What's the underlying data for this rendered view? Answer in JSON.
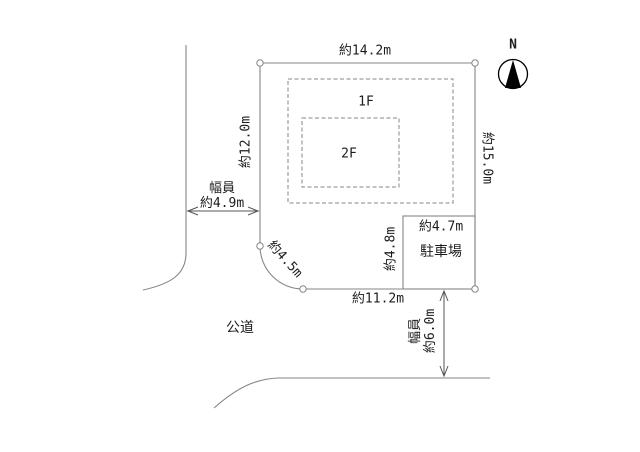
{
  "colors": {
    "line_color": "#868686",
    "text_color": "#1c1c1c",
    "compass_color": "#000000",
    "background": "#ffffff"
  },
  "site_plan": {
    "compass_label": "N",
    "dimensions": {
      "top_width": "約14.2m",
      "left_depth": "約12.0m",
      "right_depth": "約15.0m",
      "bottom_width": "約11.2m",
      "corner_cut": "約4.5m"
    },
    "building": {
      "floor_1": "1F",
      "floor_2": "2F"
    },
    "parking": {
      "name": "駐車場",
      "width": "約4.7m",
      "depth": "約4.8m"
    },
    "left_road": {
      "label": "幅員",
      "width": "約4.9m"
    },
    "bottom_road": {
      "label": "幅員",
      "width": "約6.0m"
    },
    "public_road_label": "公道"
  }
}
